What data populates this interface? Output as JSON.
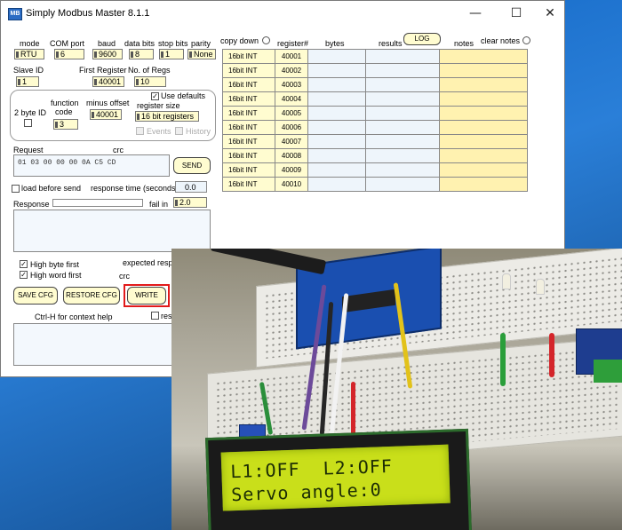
{
  "window": {
    "app_icon": "MB",
    "title": "Simply Modbus Master 8.1.1",
    "minimize": "—",
    "maximize": "☐",
    "close": "✕"
  },
  "settings": {
    "mode_label": "mode",
    "mode_value": "RTU",
    "com_label": "COM port",
    "com_value": "6",
    "baud_label": "baud",
    "baud_value": "9600",
    "databits_label": "data bits",
    "databits_value": "8",
    "stopbits_label": "stop bits",
    "stopbits_value": "1",
    "parity_label": "parity",
    "parity_value": "None",
    "slave_label": "Slave ID",
    "slave_value": "1",
    "first_reg_label": "First Register",
    "first_reg_value": "40001",
    "num_regs_label": "No. of Regs",
    "num_regs_value": "10",
    "two_byte_label": "2 byte ID",
    "function_label_1": "function",
    "function_label_2": "code",
    "function_value": "3",
    "minus_offset_label": "minus offset",
    "minus_offset_value": "40001",
    "use_defaults_label": "Use defaults",
    "register_size_label": "register size",
    "register_size_value": "16 bit registers",
    "events_label": "Events",
    "history_label": "History"
  },
  "request": {
    "label": "Request",
    "crc_label": "crc",
    "value": "01 03 00 00 00 0A C5 CD",
    "send_label": "SEND"
  },
  "options": {
    "load_before_send_label": "load before send",
    "response_time_label": "response time (seconds)",
    "response_time_value": "0.0",
    "fail_in_label": "fail in",
    "fail_in_value": "2.0"
  },
  "response": {
    "label": "Response"
  },
  "lower": {
    "high_byte_label": "High byte first",
    "high_byte_checked": "✓",
    "high_word_label": "High word first",
    "high_word_checked": "✓",
    "expected_label": "expected resp",
    "crc_label": "crc",
    "save_label": "SAVE CFG",
    "restore_label": "RESTORE CFG",
    "write_label": "WRITE",
    "help_label": "Ctrl-H for context help",
    "partial_label": "res"
  },
  "registers": {
    "copy_down_label": "copy down",
    "register_label": "register#",
    "bytes_label": "bytes",
    "results_label": "results",
    "log_label": "LOG",
    "notes_label": "notes",
    "clear_notes_label": "clear notes",
    "rows": [
      {
        "type": "16bit INT",
        "address": "40001"
      },
      {
        "type": "16bit INT",
        "address": "40002"
      },
      {
        "type": "16bit INT",
        "address": "40003"
      },
      {
        "type": "16bit INT",
        "address": "40004"
      },
      {
        "type": "16bit INT",
        "address": "40005"
      },
      {
        "type": "16bit INT",
        "address": "40006"
      },
      {
        "type": "16bit INT",
        "address": "40007"
      },
      {
        "type": "16bit INT",
        "address": "40008"
      },
      {
        "type": "16bit INT",
        "address": "40009"
      },
      {
        "type": "16bit INT",
        "address": "40010"
      }
    ]
  },
  "photo": {
    "lcd_line1": "L1:OFF  L2:OFF",
    "lcd_line2": "Servo angle:0"
  },
  "colors": {
    "field_fill": "#fffcd0",
    "highlight": "#e21a1a",
    "lcd": "#c9df1a"
  }
}
